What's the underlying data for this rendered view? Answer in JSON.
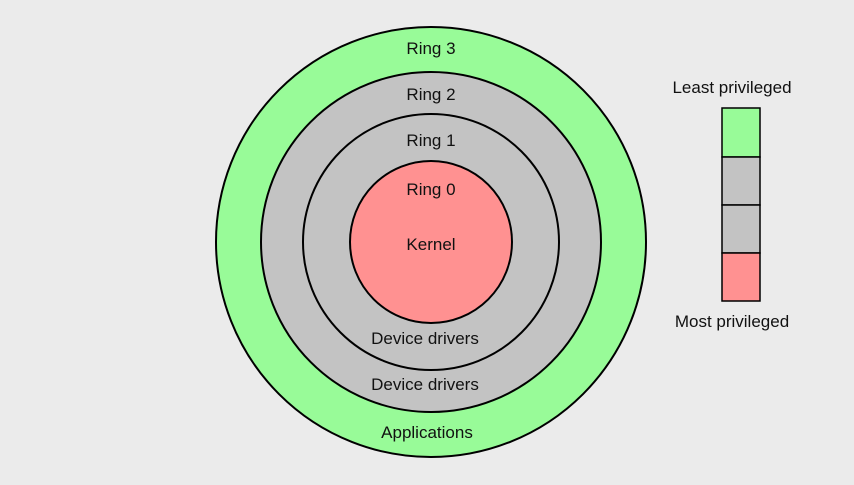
{
  "diagram": {
    "title": "Protection rings",
    "colors": {
      "background": "#ebebeb",
      "least_privileged": "#98fb98",
      "intermediate": "#c3c3c3",
      "most_privileged": "#ff9191",
      "outline": "#000000"
    },
    "rings": [
      {
        "id": "ring-3",
        "label": "Ring 3",
        "content": "Applications",
        "color": "#98fb98"
      },
      {
        "id": "ring-2",
        "label": "Ring 2",
        "content": "Device drivers",
        "color": "#c3c3c3"
      },
      {
        "id": "ring-1",
        "label": "Ring 1",
        "content": "Device drivers",
        "color": "#c3c3c3"
      },
      {
        "id": "ring-0",
        "label": "Ring 0",
        "content": "Kernel",
        "color": "#ff9191"
      }
    ],
    "legend": {
      "top_label": "Least privileged",
      "bottom_label": "Most privileged",
      "segments": [
        {
          "ring": "Ring 3",
          "color": "#98fb98"
        },
        {
          "ring": "Ring 2",
          "color": "#c3c3c3"
        },
        {
          "ring": "Ring 1",
          "color": "#c3c3c3"
        },
        {
          "ring": "Ring 0",
          "color": "#ff9191"
        }
      ]
    }
  }
}
